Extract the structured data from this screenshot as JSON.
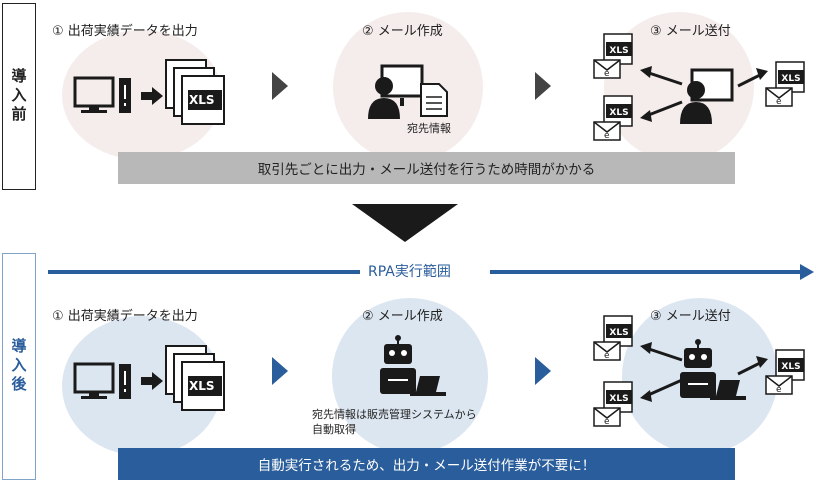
{
  "before": {
    "label": "導入前",
    "steps": [
      "① 出荷実績データを出力",
      "② メール作成",
      "③ メール送付"
    ],
    "note": "宛先情報",
    "banner": "取引先ごとに出力・メール送付を行うため時間がかかる"
  },
  "after": {
    "label": "導入後",
    "rpa_label": "RPA実行範囲",
    "steps": [
      "① 出荷実績データを出力",
      "② メール作成",
      "③ メール送付"
    ],
    "note_line1": "宛先情報は販売管理システムから",
    "note_line2": "自動取得",
    "banner": "自動実行されるため、出力・メール送付作業が不要に！"
  },
  "file_label": "XLS",
  "mail_label": "e",
  "colors": {
    "blue": "#2a5d9b",
    "gray": "#b8b8b8",
    "dark": "#1a1a1a",
    "pink": "#f5ecec",
    "lightblue": "#dce6f1"
  }
}
